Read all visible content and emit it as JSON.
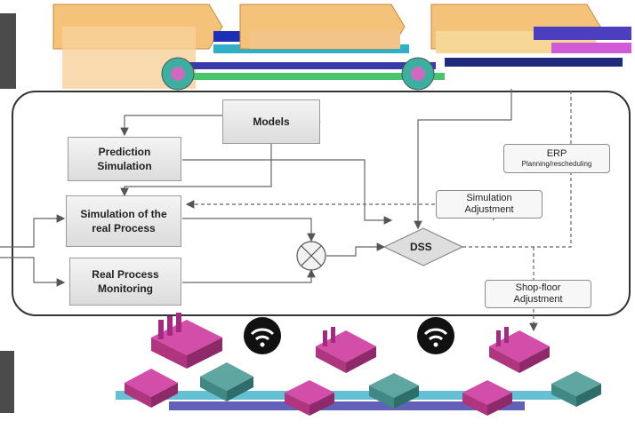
{
  "nodes": {
    "models": "Models",
    "prediction_simulation": "Prediction\nSimulation",
    "simulation_real_process": "Simulation of the\nreal Process",
    "real_process_monitoring": "Real Process\nMonitoring",
    "dss": "DSS"
  },
  "notes": {
    "erp_title": "ERP",
    "erp_subtitle": "Planning/rescheduling",
    "simulation_adjustment": "Simulation\nAdjustment",
    "shopfloor_adjustment": "Shop-floor\nAdjustment"
  },
  "icons": [
    "wifi-icon",
    "factory-icon",
    "layer-banner",
    "gear-globe-icon",
    "comparator-icon"
  ],
  "colors": {
    "banner_orange": "#f5b860",
    "box_fill": "#e3e3e3",
    "frame": "#333333",
    "factory": "#c2379a"
  }
}
